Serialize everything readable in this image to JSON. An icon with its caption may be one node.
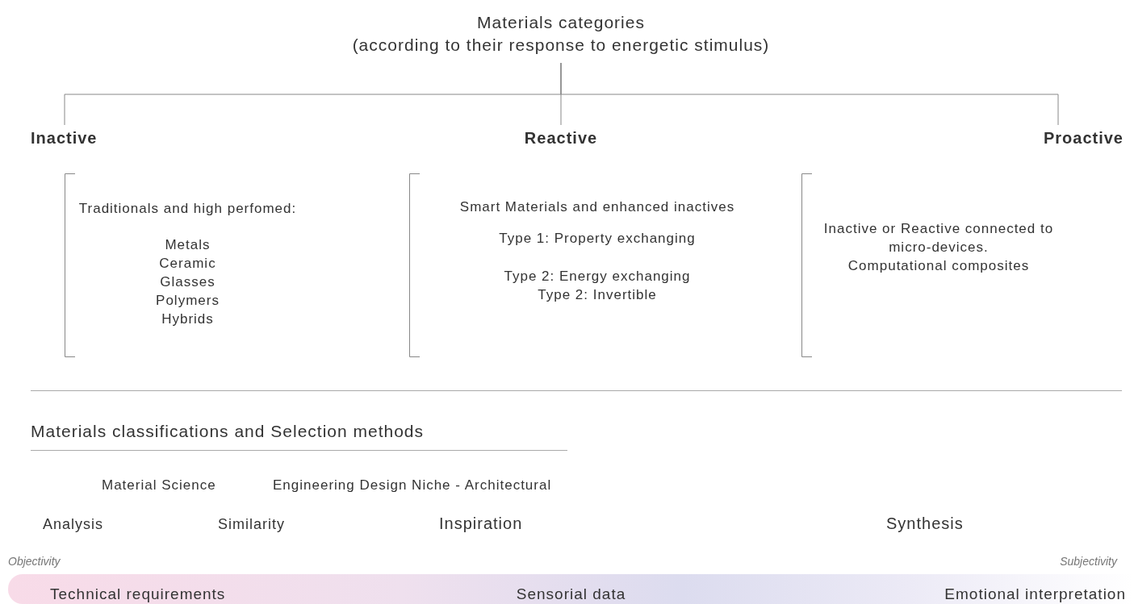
{
  "diagram": {
    "nodes": [
      {
        "text": [
          "Materials categories",
          "(according to their response to energetic stimulus)"
        ]
      },
      {
        "text": [
          "Inactive"
        ]
      },
      {
        "text": [
          "Reactive"
        ]
      },
      {
        "text": [
          "Proactive"
        ]
      },
      {
        "text": [
          "Traditionals and high perfomed:",
          "Metals",
          "Ceramic",
          "Glasses",
          "Polymers",
          "Hybrids"
        ]
      },
      {
        "text": [
          "Smart Materials and enhanced inactives",
          "Type 1: Property exchanging",
          "Type 2: Energy exchanging",
          "Type 2: Invertible"
        ]
      },
      {
        "text": [
          "Inactive or Reactive connected to micro-devices.",
          "Computational composites"
        ]
      },
      {
        "text": [
          "Technical requirements",
          "Sensorial data",
          "Emotional interpretation"
        ],
        "beside": [
          "Objectivity",
          "Subjectivity"
        ]
      }
    ],
    "edges": [
      {
        "from": 0,
        "to": 1,
        "arrow": "none"
      },
      {
        "from": 0,
        "to": 2,
        "arrow": "none"
      },
      {
        "from": 0,
        "to": 3,
        "arrow": "none"
      }
    ],
    "labels": [
      "Materials classifications and Selection methods",
      "Material Science",
      "Engineering Design Niche - Architectural",
      "Analysis",
      "Similarity",
      "Inspiration",
      "Synthesis"
    ]
  }
}
